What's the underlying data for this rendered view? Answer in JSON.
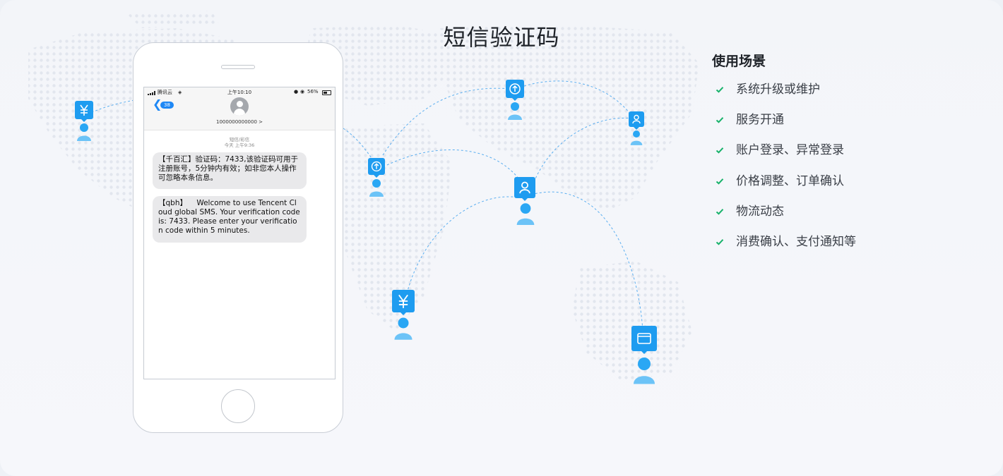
{
  "page": {
    "title": "短信验证码"
  },
  "phone": {
    "status_bar": {
      "carrier": "腾讯云",
      "time": "上午10:10",
      "battery": "56%"
    },
    "unread_count": "38",
    "contact_number": "1000000000000 >",
    "message_label": "短信/彩信",
    "message_time": "今天 上午9:36",
    "messages": [
      "【千百汇】验证码：7433,该验证码可用于注册账号，5分钟内有效；如非您本人操作可忽略本条信息。",
      "【qbh】    Welcome to use Tencent Cloud global SMS. Your verification code is: 7433. Please enter your verification code within 5 minutes."
    ]
  },
  "map_nodes": [
    {
      "name": "map-node-yuan-left",
      "icon": "yuan-icon"
    },
    {
      "name": "map-node-upload-top",
      "icon": "upload-icon"
    },
    {
      "name": "map-node-user-right",
      "icon": "user-icon"
    },
    {
      "name": "map-node-upload-mid",
      "icon": "upload-icon"
    },
    {
      "name": "map-node-user-center",
      "icon": "user-icon"
    },
    {
      "name": "map-node-yuan-bottom",
      "icon": "yuan-icon"
    },
    {
      "name": "map-node-wallet-bottom",
      "icon": "wallet-icon"
    }
  ],
  "scenarios": {
    "title": "使用场景",
    "items": [
      "系统升级或维护",
      "服务开通",
      "账户登录、异常登录",
      "价格调整、订单确认",
      "物流动态",
      "消费确认、支付通知等"
    ]
  },
  "colors": {
    "accent": "#1e9cf0",
    "check": "#17b26a",
    "title": "#1f2329",
    "text": "#3a3f47"
  }
}
